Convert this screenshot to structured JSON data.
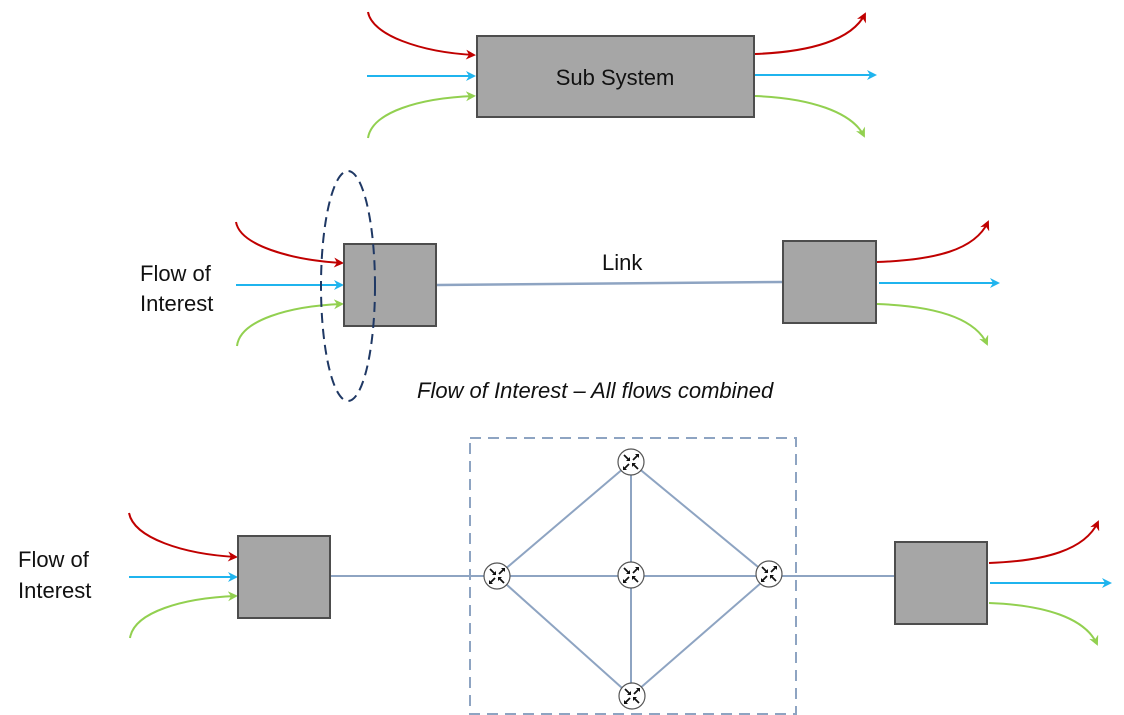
{
  "colors": {
    "flow_red": "#c00000",
    "flow_blue": "#1fb4ee",
    "flow_green": "#92d050",
    "box_fill": "#a6a6a6",
    "box_stroke": "#4d4d4d",
    "link": "#8ea4c2",
    "ellipse": "#1f3864",
    "dashed_frame": "#8ea4c2"
  },
  "panel1": {
    "box_label": "Sub System"
  },
  "panel2": {
    "input_label_line1": "Flow of",
    "input_label_line2": "Interest",
    "link_label": "Link",
    "caption": "Flow of Interest – All flows combined"
  },
  "panel3": {
    "input_label_line1": "Flow of",
    "input_label_line2": "Interest",
    "network": {
      "router_icon": "router-icon",
      "router_count": 5
    }
  }
}
